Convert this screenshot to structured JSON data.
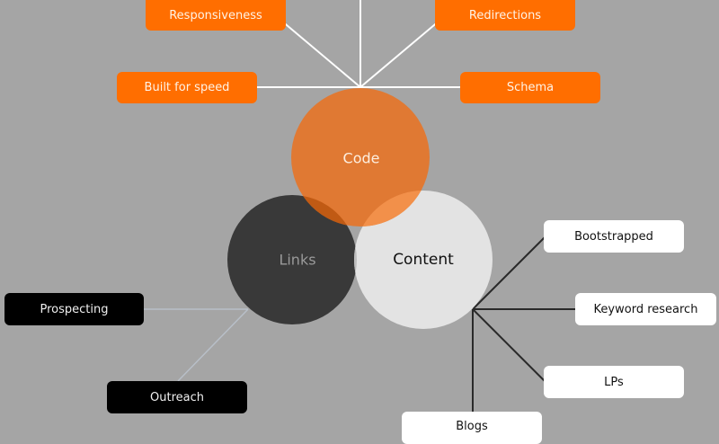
{
  "diagram": {
    "title": "",
    "colors": {
      "background": "#a5a5a5",
      "code": "#e2782f",
      "links": "#393939",
      "content": "#e3e3e3",
      "orange_box": "#ff6e00",
      "code_connector": "#ffffff",
      "content_connector": "#2a2a2a",
      "links_connector": "#b8bfc8"
    },
    "circles": {
      "code": {
        "label": "Code",
        "label_color": "#fdeedf"
      },
      "links": {
        "label": "Links",
        "label_color": "#9a9a9a"
      },
      "content": {
        "label": "Content",
        "label_color": "#111111"
      }
    },
    "code_items": [
      {
        "label": "Responsiveness"
      },
      {
        "label": "Redirections"
      },
      {
        "label": "Built for speed"
      },
      {
        "label": "Schema"
      }
    ],
    "content_items": [
      {
        "label": "Bootstrapped"
      },
      {
        "label": "Keyword research"
      },
      {
        "label": "LPs"
      },
      {
        "label": "Blogs"
      }
    ],
    "links_items": [
      {
        "label": "Prospecting"
      },
      {
        "label": "Outreach"
      }
    ]
  }
}
